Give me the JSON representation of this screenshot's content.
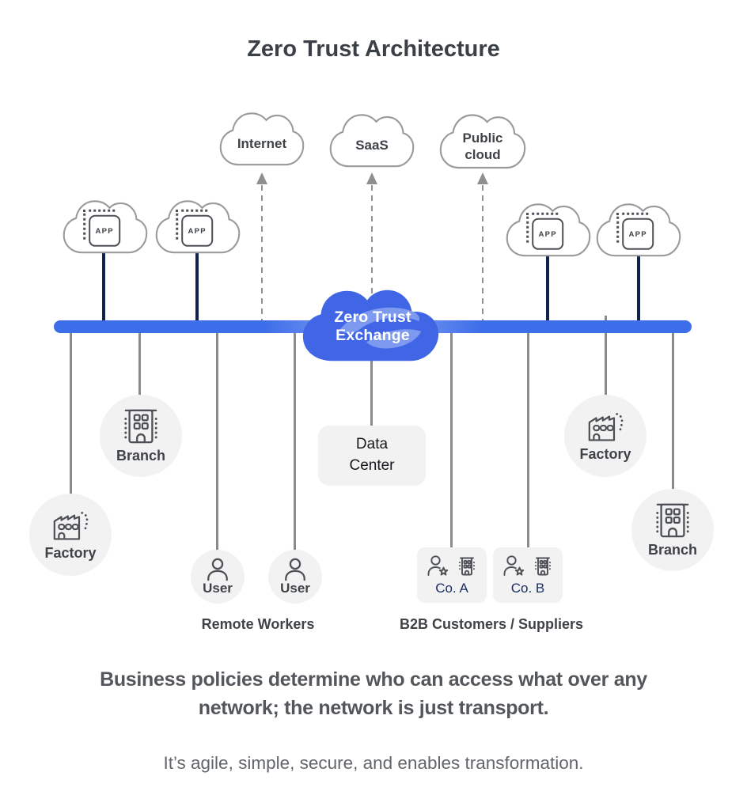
{
  "title": "Zero Trust Architecture",
  "clouds": {
    "internet": "Internet",
    "saas": "SaaS",
    "public": "Public cloud"
  },
  "app_clouds": {
    "label": "APP",
    "count": 4
  },
  "exchange": {
    "line1": "Zero Trust",
    "line2": "Exchange"
  },
  "nodes": {
    "factory_left": "Factory",
    "branch_left": "Branch",
    "user_1": "User",
    "user_2": "User",
    "data_center": "Data Center",
    "co_a": "Co. A",
    "co_b": "Co. B",
    "factory_right": "Factory",
    "branch_right": "Branch"
  },
  "groups": {
    "remote_workers": "Remote Workers",
    "b2b": "B2B Customers / Suppliers"
  },
  "captions": {
    "headline": "Business policies determine who can access what over any network; the network is just transport.",
    "subline": "It’s agile, simple, secure, and enables transformation."
  },
  "edges": {
    "solid_navy_to_bar": [
      "app-cloud-1",
      "app-cloud-2",
      "app-cloud-3",
      "app-cloud-4"
    ],
    "dashed_arrows_up_from_exchange": [
      "Internet",
      "SaaS",
      "Public cloud"
    ],
    "solid_gray_from_bar": [
      "Factory",
      "Branch",
      "User",
      "User",
      "Data Center",
      "Co. A",
      "Co. B",
      "Factory",
      "Branch"
    ]
  },
  "icons": {
    "cloud": "outline-cloud",
    "app": "app-square-with-dotted-frame",
    "exchange": "blue-cloud-with-light-swoosh",
    "factory": "factory-outline-with-dotted-smoke-arc",
    "branch": "office-building-outline-with-dotted-columns",
    "user": "person-outline",
    "b2b_company": "person-with-star-plus-building",
    "arrow": "dashed-arrow-up"
  },
  "colors": {
    "bar_blue": "#3D6EE9",
    "bar_glow": "#8FA8F3",
    "exchange_blue": "#4066E6",
    "swoosh_blue": "#7E99F0",
    "navy_line": "#13224D",
    "gray_line": "#8B8B8B",
    "dashed_line": "#919191",
    "cloud_stroke": "#9A9A9A",
    "node_bg": "#F2F2F3",
    "icon_stroke": "#4D5156",
    "label_dark": "#3F4347",
    "navy_text": "#1B2E62",
    "headline_text": "#53565A",
    "subline_text": "#626569"
  }
}
